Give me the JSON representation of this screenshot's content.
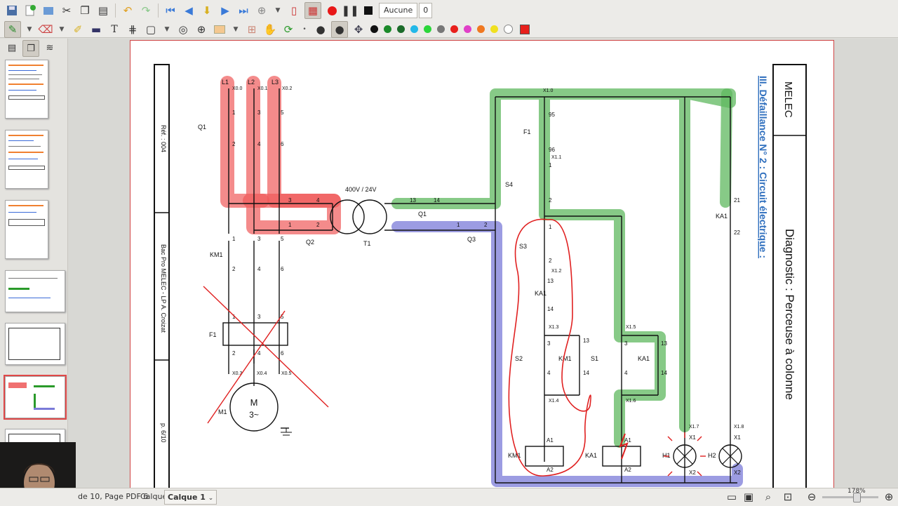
{
  "toolbar": {
    "pen_style_label": "Aucune",
    "pen_style_value": "0",
    "palette": [
      "#111111",
      "#1b8a2a",
      "#1b6b2a",
      "#22b8e8",
      "#2bd63a",
      "#777777",
      "#e8201c",
      "#e040c8",
      "#f07820",
      "#f0e020",
      "#ffffff"
    ],
    "fill_color": "#e8201c"
  },
  "status": {
    "page_info": "de 10, Page PDF 6",
    "layer_label": "Calque",
    "layer_value": "Calque 1",
    "zoom": "178%"
  },
  "sheet": {
    "brand": "MELEC",
    "title": "Diagnostic : Perceuse à colonne",
    "section": "III.  Défaillance N° 2 : Circuit électrique :",
    "ref": "Réf. : 004",
    "course": "Bac Pro MELEC - LP A. Croizat",
    "page_num": "p. 6/10"
  },
  "schema": {
    "power_phases": [
      "L1",
      "L2",
      "L3"
    ],
    "power_terms": [
      "X0.0",
      "X0.1",
      "X0.2"
    ],
    "motor_terms": [
      "X0.3",
      "X0.4",
      "X0.5"
    ],
    "motor_label": "M",
    "motor_sub": "3~",
    "motor_ref": "M1",
    "transformer_label": "400V / 24V",
    "transformer_ref": "T1",
    "labels": {
      "q1": "Q1",
      "q2": "Q2",
      "q3": "Q3",
      "km1": "KM1",
      "f1": "F1",
      "f1c": "F1",
      "s4": "S4",
      "s3": "S3",
      "s2": "S2",
      "s1": "S1",
      "ka1": "KA1",
      "ka1c": "KA1",
      "ka1r": "KA1",
      "km1c": "KM1",
      "km1coil": "KM1",
      "ka1coil": "KA1",
      "h1": "H1",
      "h2": "H2"
    },
    "numbers": {
      "n1": "1",
      "n2": "2",
      "n3": "3",
      "n4": "4",
      "n5": "5",
      "n6": "6",
      "n13": "13",
      "n14": "14",
      "n21": "21",
      "n22": "22",
      "n95": "95",
      "n96": "96",
      "a1": "A1",
      "a2": "A2",
      "x1": "X1",
      "x2": "X2"
    },
    "xterms": {
      "x10": "X1.0",
      "x11": "X1.1",
      "x12": "X1.2",
      "x13": "X1.3",
      "x14": "X1.4",
      "x15": "X1.5",
      "x16": "X1.6",
      "x17": "X1.7",
      "x18": "X1.8"
    }
  }
}
